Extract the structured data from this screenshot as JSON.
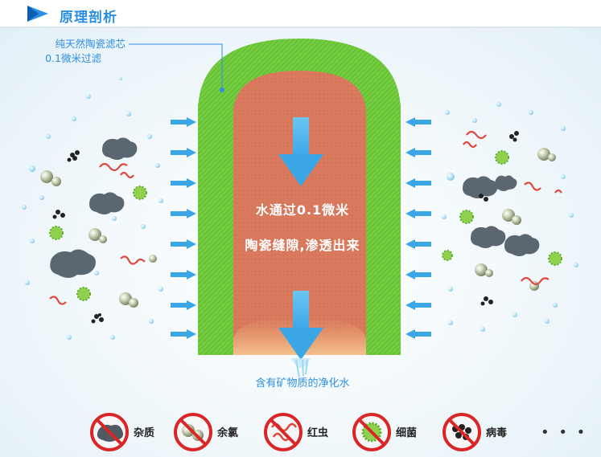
{
  "header": {
    "title": "原理剖析"
  },
  "filter_label": {
    "line1": "纯天然陶瓷滤芯",
    "line2": "0.1微米过滤"
  },
  "inner_text": {
    "line1": "水通过0.1微米",
    "line2": "陶瓷缝隙,渗透出来"
  },
  "output_caption": "含有矿物质的净化水",
  "legend": [
    {
      "label": "杂质",
      "icon": "impurity-icon"
    },
    {
      "label": "余氯",
      "icon": "chlorine-icon"
    },
    {
      "label": "红虫",
      "icon": "red-worm-icon"
    },
    {
      "label": "细菌",
      "icon": "bacteria-icon"
    },
    {
      "label": "病毒",
      "icon": "virus-icon"
    }
  ],
  "more_indicator": "• • •",
  "colors": {
    "accent": "#2a8fe3",
    "filter_green": "#6cc83c",
    "filter_core": "#d97a5e",
    "arrow": "#49b5ec",
    "prohibit": "#d92626"
  }
}
